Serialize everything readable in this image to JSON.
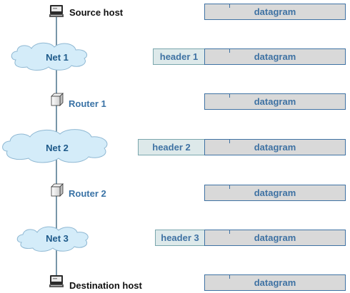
{
  "source_host": {
    "label": "Source host",
    "icon": "host-computer-icon"
  },
  "destination_host": {
    "label": "Destination host",
    "icon": "host-computer-icon"
  },
  "networks": [
    {
      "label": "Net 1",
      "icon": "cloud-icon"
    },
    {
      "label": "Net 2",
      "icon": "cloud-icon"
    },
    {
      "label": "Net 3",
      "icon": "cloud-icon"
    }
  ],
  "routers": [
    {
      "label": "Router 1",
      "icon": "router-box-icon"
    },
    {
      "label": "Router 2",
      "icon": "router-box-icon"
    }
  ],
  "packets": {
    "datagram_label": "datagram",
    "headers": [
      "header 1",
      "header 2",
      "header 3"
    ]
  },
  "colors": {
    "link_line": "#1f4f6e",
    "cloud_fill": "#d4ecf9",
    "cloud_stroke": "#8fb8d3",
    "datagram_fill": "#d9d9d9",
    "header_fill": "#dde9ea",
    "box_border": "#3f72a3"
  }
}
